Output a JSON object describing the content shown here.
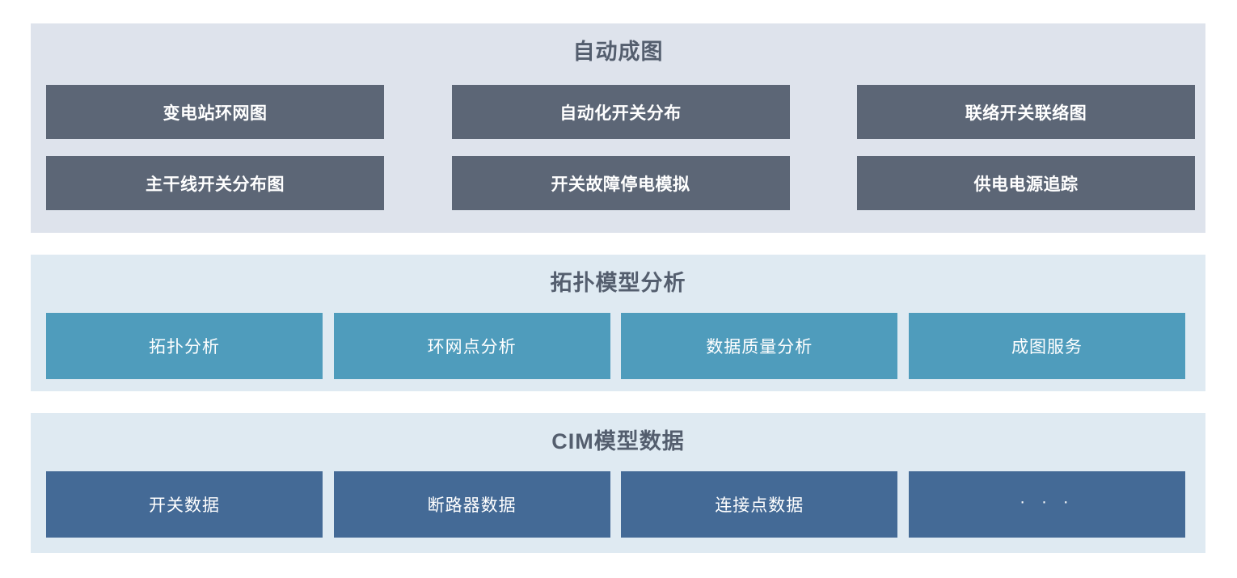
{
  "colors": {
    "page_background": "#ffffff",
    "layer1_panel": "#dee3ec",
    "layer1_card": "#5c6676",
    "layer2_panel": "#dfeaf2",
    "layer2_card": "#4f9cbc",
    "layer3_panel": "#dfeaf2",
    "layer3_card": "#446a96",
    "title_text": "#545e6e",
    "card_text": "#ffffff"
  },
  "layers": [
    {
      "id": "auto-mapping",
      "title": "自动成图",
      "rows": [
        [
          {
            "label": "变电站环网图"
          },
          {
            "label": "自动化开关分布"
          },
          {
            "label": "联络开关联络图"
          }
        ],
        [
          {
            "label": "主干线开关分布图"
          },
          {
            "label": "开关故障停电模拟"
          },
          {
            "label": "供电电源追踪"
          }
        ]
      ]
    },
    {
      "id": "topology-model-analysis",
      "title": "拓扑模型分析",
      "cards": [
        {
          "label": "拓扑分析"
        },
        {
          "label": "环网点分析"
        },
        {
          "label": "数据质量分析"
        },
        {
          "label": "成图服务"
        }
      ]
    },
    {
      "id": "cim-model-data",
      "title": "CIM模型数据",
      "cards": [
        {
          "label": "开关数据"
        },
        {
          "label": "断路器数据"
        },
        {
          "label": "连接点数据"
        },
        {
          "label": "· · ·"
        }
      ]
    }
  ]
}
